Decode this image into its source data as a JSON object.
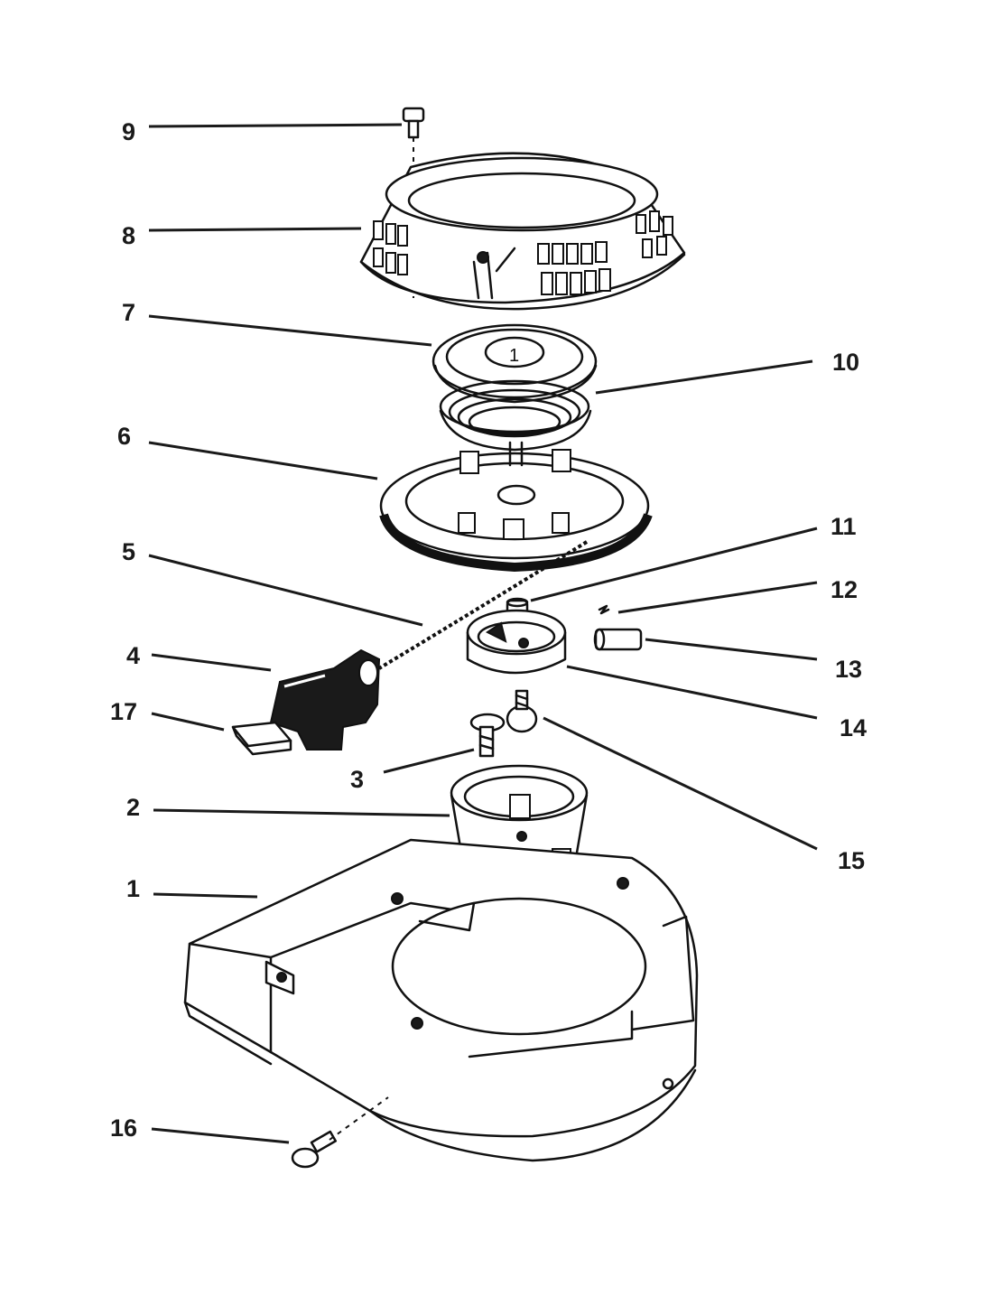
{
  "callouts": [
    {
      "id": "c9",
      "label": "9"
    },
    {
      "id": "c8",
      "label": "8"
    },
    {
      "id": "c7",
      "label": "7"
    },
    {
      "id": "c10",
      "label": "10"
    },
    {
      "id": "c6",
      "label": "6"
    },
    {
      "id": "c11",
      "label": "11"
    },
    {
      "id": "c5",
      "label": "5"
    },
    {
      "id": "c12",
      "label": "12"
    },
    {
      "id": "c4",
      "label": "4"
    },
    {
      "id": "c13",
      "label": "13"
    },
    {
      "id": "c17",
      "label": "17"
    },
    {
      "id": "c14",
      "label": "14"
    },
    {
      "id": "c3",
      "label": "3"
    },
    {
      "id": "c2",
      "label": "2"
    },
    {
      "id": "c15",
      "label": "15"
    },
    {
      "id": "c1",
      "label": "1"
    },
    {
      "id": "c16",
      "label": "16"
    }
  ],
  "pulley_mark": "1"
}
